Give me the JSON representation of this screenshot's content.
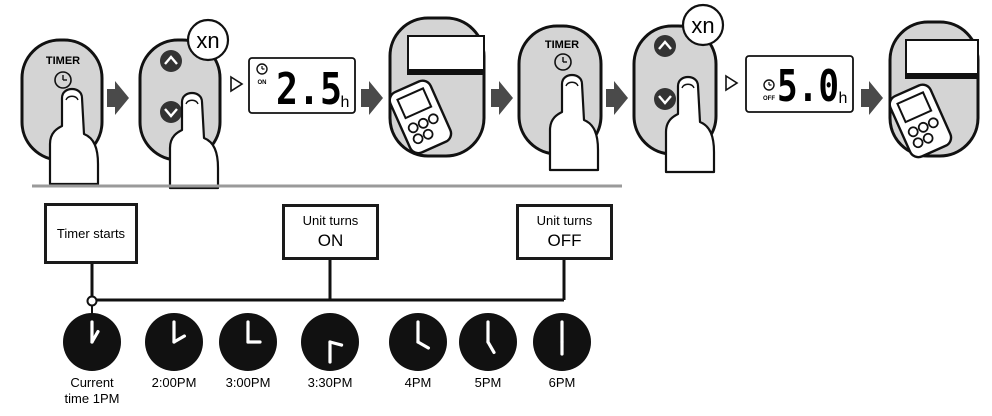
{
  "steps": {
    "timer_label_1": "TIMER",
    "repeat_badge_1": "xn",
    "display_1": {
      "mode": "ON",
      "value": "2.5",
      "unit": "h"
    },
    "timer_label_2": "TIMER",
    "repeat_badge_2": "xn",
    "display_2": {
      "mode": "OFF",
      "value": "5.0",
      "unit": "h"
    }
  },
  "timeline": {
    "boxes": [
      {
        "line1": "Timer starts",
        "line2": ""
      },
      {
        "line1": "Unit turns",
        "line2": "ON"
      },
      {
        "line1": "Unit turns",
        "line2": "OFF"
      }
    ],
    "clocks": [
      {
        "label": "Current\ntime 1PM",
        "hour": 1,
        "minute": 0
      },
      {
        "label": "2:00PM",
        "hour": 2,
        "minute": 0
      },
      {
        "label": "3:00PM",
        "hour": 3,
        "minute": 0
      },
      {
        "label": "3:30PM",
        "hour": 3,
        "minute": 30
      },
      {
        "label": "4PM",
        "hour": 4,
        "minute": 0
      },
      {
        "label": "5PM",
        "hour": 5,
        "minute": 0
      },
      {
        "label": "6PM",
        "hour": 6,
        "minute": 0
      }
    ]
  }
}
